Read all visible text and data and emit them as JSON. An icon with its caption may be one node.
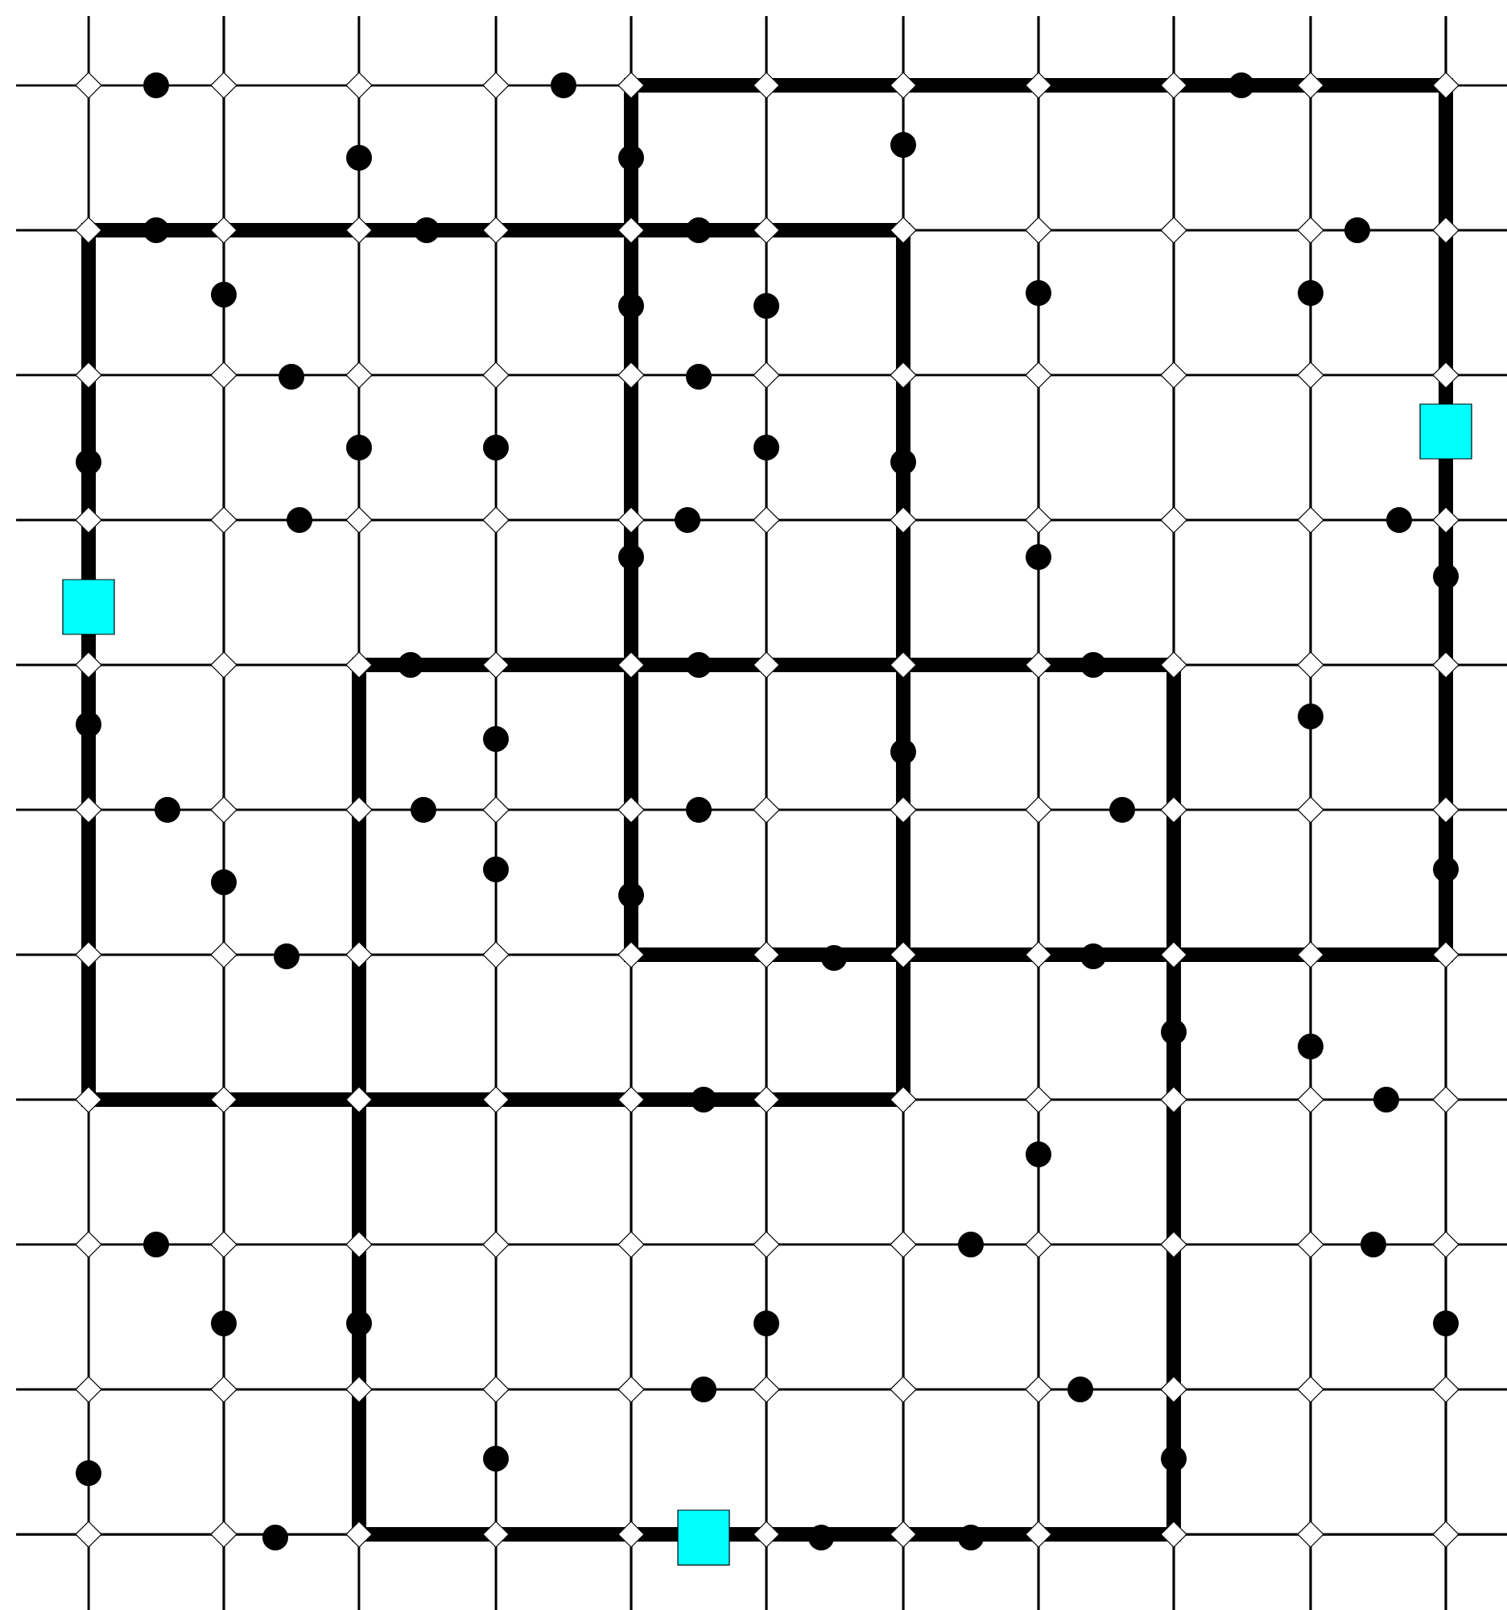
{
  "diagram": {
    "nodes": [
      {
        "text": [],
        "shape": "box"
      },
      {
        "text": [],
        "shape": "box"
      },
      {
        "text": [],
        "shape": "box"
      }
    ]
  }
}
